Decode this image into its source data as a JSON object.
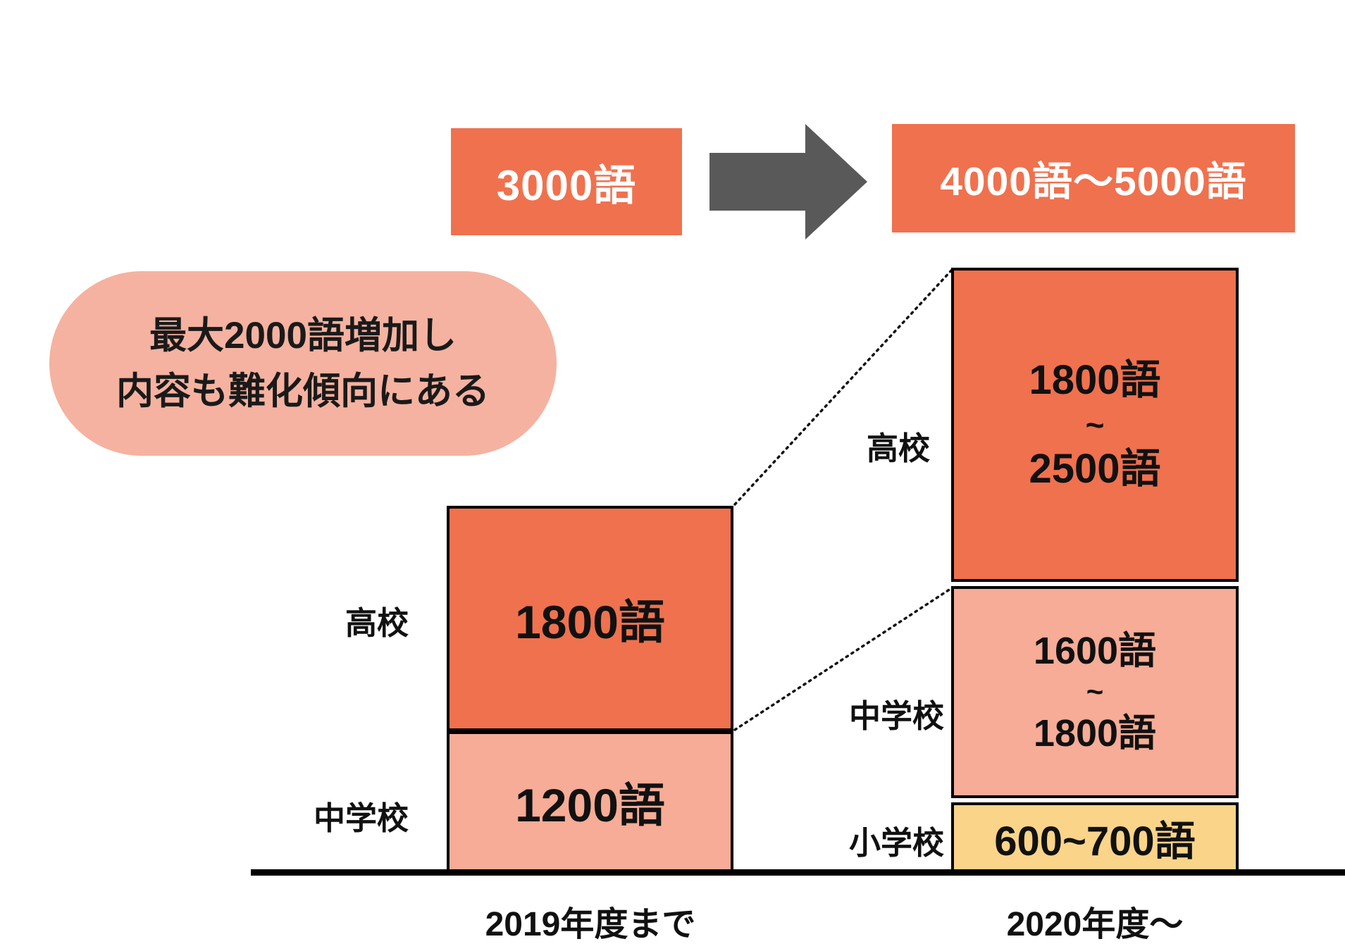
{
  "header": {
    "before_label": "3000語",
    "after_label": "4000語〜5000語"
  },
  "callout": {
    "line1": "最大2000語増加し",
    "line2": "内容も難化傾向にある"
  },
  "left_chart": {
    "axis_label": "2019年度まで",
    "segments": [
      {
        "label": "高校",
        "value": "1800語"
      },
      {
        "label": "中学校",
        "value": "1200語"
      }
    ]
  },
  "right_chart": {
    "axis_label": "2020年度〜",
    "segments": [
      {
        "label": "高校",
        "lines": [
          "1800語",
          "~",
          "2500語"
        ]
      },
      {
        "label": "中学校",
        "lines": [
          "1600語",
          "~",
          "1800語"
        ]
      },
      {
        "label": "小学校",
        "value": "600~700語"
      }
    ]
  },
  "colors": {
    "orange": "#F0714E",
    "pink": "#F6AC96",
    "bubble_pink": "#F5B2A0",
    "yellow": "#FAD489",
    "arrow_gray": "#595959",
    "line_black": "#000000"
  },
  "chart_data": {
    "type": "bar",
    "stacked": true,
    "grid": false,
    "legend": false,
    "categories": [
      "2019年度まで",
      "2020年度〜"
    ],
    "series": [
      {
        "name": "高校",
        "values_min": [
          1800,
          1800
        ],
        "values_max": [
          1800,
          2500
        ],
        "data_labels": [
          "1800語",
          "1800語〜2500語"
        ]
      },
      {
        "name": "中学校",
        "values_min": [
          1200,
          1600
        ],
        "values_max": [
          1200,
          1800
        ],
        "data_labels": [
          "1200語",
          "1600語〜1800語"
        ]
      },
      {
        "name": "小学校",
        "values_min": [
          0,
          600
        ],
        "values_max": [
          0,
          700
        ],
        "data_labels": [
          "",
          "600~700語"
        ]
      }
    ],
    "totals": [
      "3000語",
      "4000語〜5000語"
    ],
    "annotation": "最大2000語増加し内容も難化傾向にある",
    "ylabel": "",
    "xlabel": ""
  }
}
